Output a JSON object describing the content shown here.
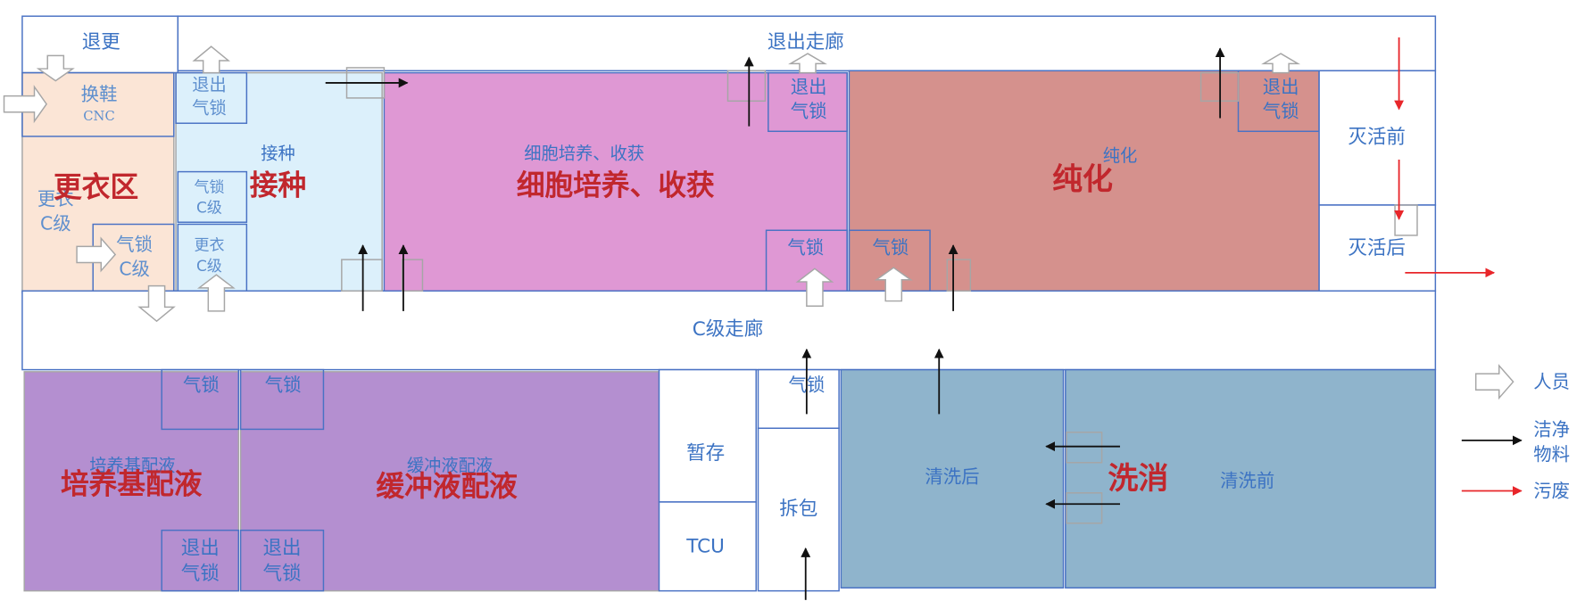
{
  "colors": {
    "room_border": "#4a72c4",
    "grey_outline": "#a6a6a6",
    "blue_text": "#3c73c3",
    "muted_text": "#5e8fce",
    "red_title": "#c1272d",
    "gowning_fill": "#fbe5d6",
    "inoculation_fill": "#dcf0fb",
    "cell_culture_fill": "#df98d4",
    "purification_fill": "#d5918d",
    "media_fill": "#b48fd0",
    "wash_fill": "#8fb4cc",
    "material_arrow": "#111111",
    "waste_arrow": "#e8262a"
  },
  "top": {
    "exit_change": "退更",
    "exit_corridor": "退出走廊",
    "shoe_change": {
      "label": "换鞋",
      "grade": "CNC"
    },
    "gowning": {
      "title": "更衣区",
      "label": "更衣",
      "grade": "C级"
    },
    "gowning_airlock": {
      "label": "气锁",
      "grade": "C级"
    },
    "inoculation": {
      "title": "接种",
      "label": "接种"
    },
    "inoculation_exit_airlock": {
      "line1": "退出",
      "line2": "气锁"
    },
    "inoculation_airlock": {
      "label": "气锁",
      "grade": "C级"
    },
    "inoculation_gowning": {
      "label": "更衣",
      "grade": "C级"
    },
    "cell_culture": {
      "title": "细胞培养、收获",
      "label": "细胞培养、收获"
    },
    "cell_culture_exit_airlock": {
      "line1": "退出",
      "line2": "气锁"
    },
    "cell_culture_airlock": "气锁",
    "purification": {
      "title": "纯化",
      "label": "纯化"
    },
    "purification_airlock": "气锁",
    "purification_exit_airlock": {
      "line1": "退出",
      "line2": "气锁"
    },
    "pre_inactivation": "灭活前",
    "post_inactivation": "灭活后"
  },
  "corridor": "C级走廊",
  "bottom": {
    "media_prep": {
      "title": "培养基配液",
      "label": "培养基配液"
    },
    "media_airlock": "气锁",
    "media_exit_airlock": {
      "line1": "退出",
      "line2": "气锁"
    },
    "buffer_prep": {
      "title": "缓冲液配液",
      "label": "缓冲液配液"
    },
    "buffer_airlock": "气锁",
    "buffer_exit_airlock": {
      "line1": "退出",
      "line2": "气锁"
    },
    "temp_storage": "暂存",
    "tcu": "TCU",
    "unpack_airlock": "气锁",
    "unpacking": "拆包",
    "after_wash": "清洗后",
    "wash_disinfect": "洗消",
    "before_wash": "清洗前"
  },
  "legend": {
    "personnel": "人员",
    "clean_material": {
      "line1": "洁净",
      "line2": "物料"
    },
    "waste": "污废"
  }
}
